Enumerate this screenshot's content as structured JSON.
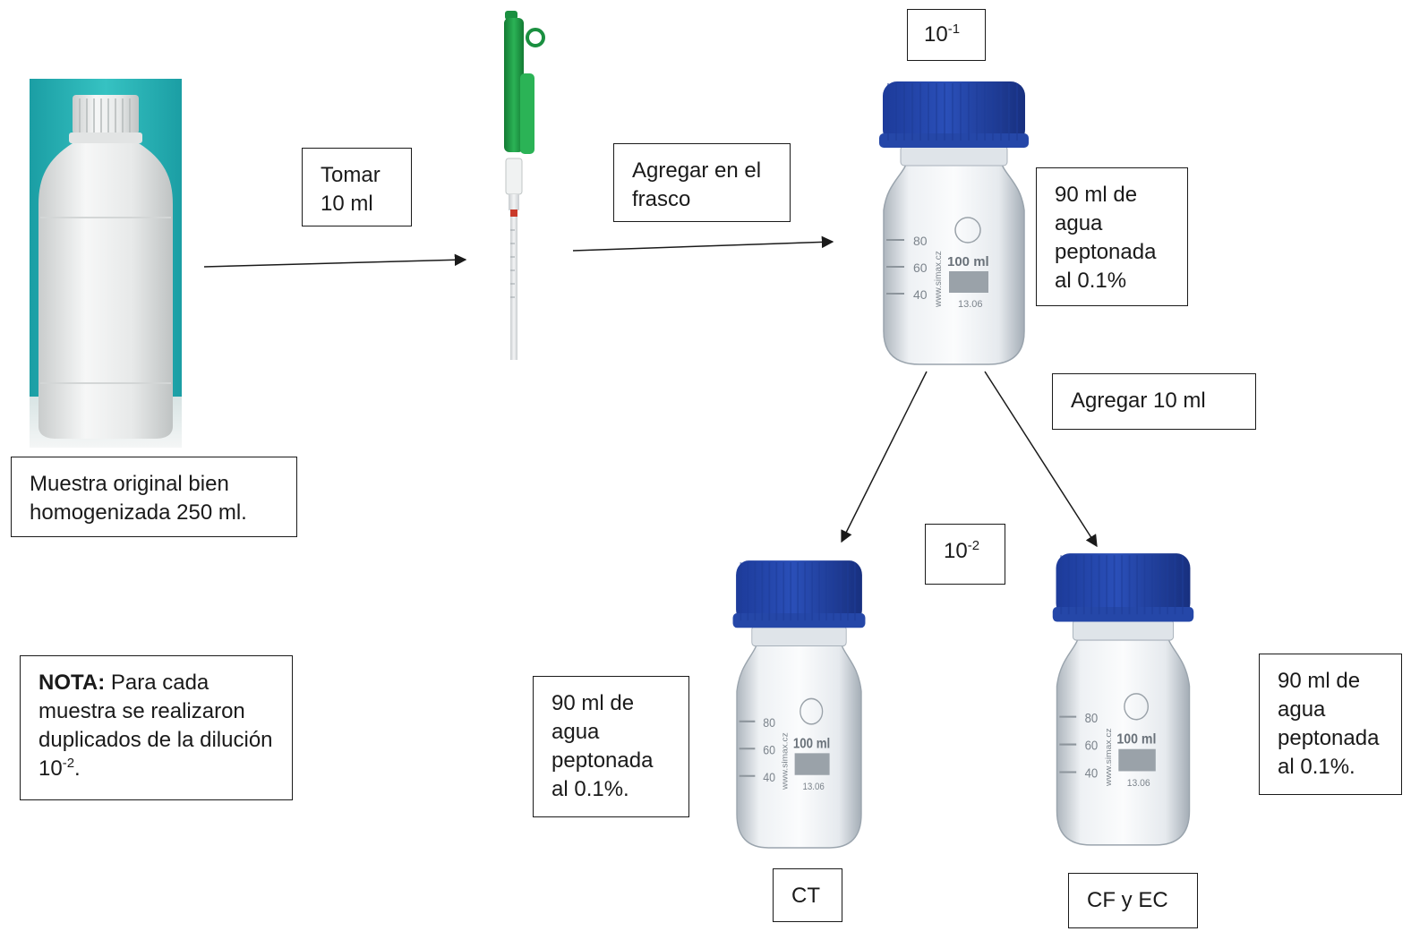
{
  "labels": {
    "sample": "Muestra original bien homogenizada 250 ml.",
    "take": "Tomar 10 ml",
    "add_flask": "Agregar en el frasco",
    "dilution_1_base": "10",
    "dilution_1_exp": "-1",
    "water_top": "90 ml de agua peptonada al 0.1%",
    "add_10": "Agregar 10 ml",
    "dilution_2_base": "10",
    "dilution_2_exp": "-2",
    "water_left": "90 ml de agua peptonada al 0.1%.",
    "water_right": "90 ml de agua peptonada al 0.1%.",
    "ct": "CT",
    "cf_ec": "CF y EC",
    "note_bold": "NOTA:",
    "note_text": " Para cada muestra se realizaron duplicados de la dilución 10",
    "note_exp": "-2",
    "note_end": "."
  },
  "bottle_print": {
    "graduations": [
      "80",
      "60",
      "40"
    ],
    "volume": "100 ml",
    "brand": "www.simax.cz",
    "code": "13.06"
  },
  "colors": {
    "cap_blue": "#2a4fb8",
    "pipette_green": "#1f9a45",
    "backdrop_teal": "#2ab3b3"
  }
}
